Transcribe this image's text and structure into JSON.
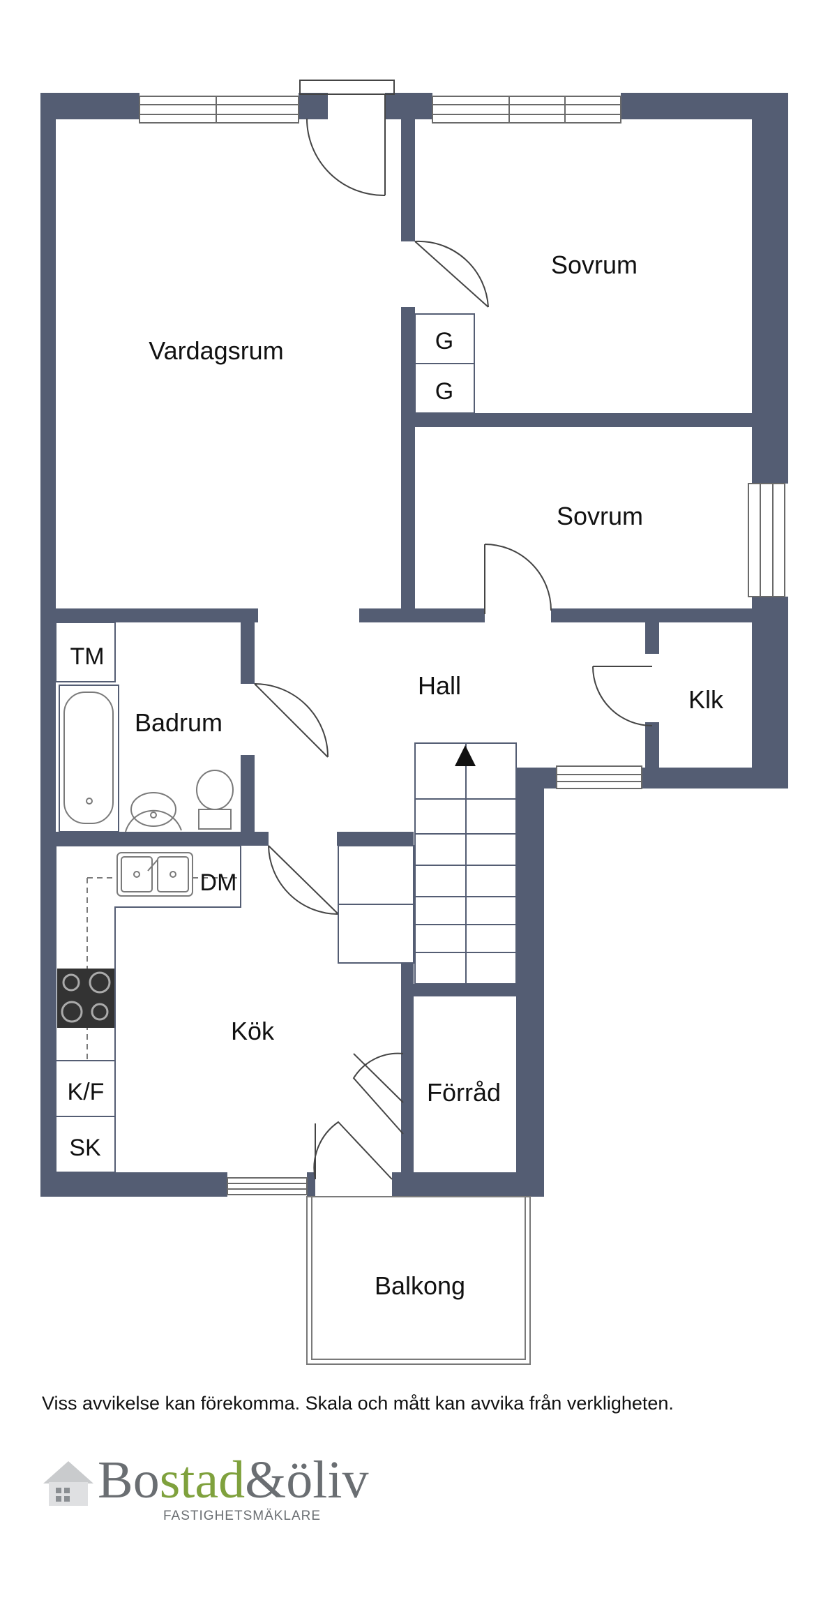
{
  "rooms": {
    "vardagsrum": "Vardagsrum",
    "sovrum_1": "Sovrum",
    "sovrum_2": "Sovrum",
    "hall": "Hall",
    "klk": "Klk",
    "badrum": "Badrum",
    "kok": "Kök",
    "forrad": "Förråd",
    "balkong": "Balkong"
  },
  "fixtures": {
    "g_1": "G",
    "g_2": "G",
    "tm": "TM",
    "dm": "DM",
    "kf": "K/F",
    "sk": "SK"
  },
  "disclaimer": "Viss avvikelse kan förekomma. Skala och mått kan avvika från verkligheten.",
  "brand": {
    "name_part1": "Bo",
    "name_part2": "stad",
    "name_part3": "&öliv",
    "tagline": "FASTIGHETSMÄKLARE",
    "colors": {
      "grey": "#6a6e72",
      "green": "#7fa13d"
    }
  },
  "colors": {
    "wall": "#545d73"
  }
}
